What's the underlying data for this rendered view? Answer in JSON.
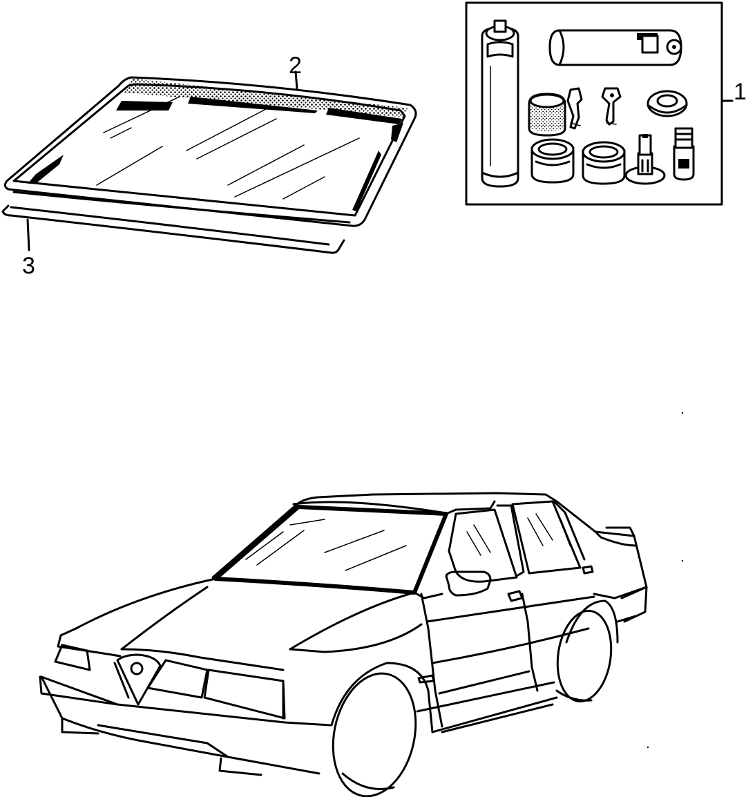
{
  "callouts": {
    "kit": "1",
    "windscreen": "2",
    "seal": "3"
  },
  "icons": {
    "repair_kit": "repair-kit-icon",
    "windscreen_glass": "windscreen-glass-icon",
    "windscreen_seal": "windscreen-seal-icon",
    "vehicle": "sedan-car-icon"
  }
}
